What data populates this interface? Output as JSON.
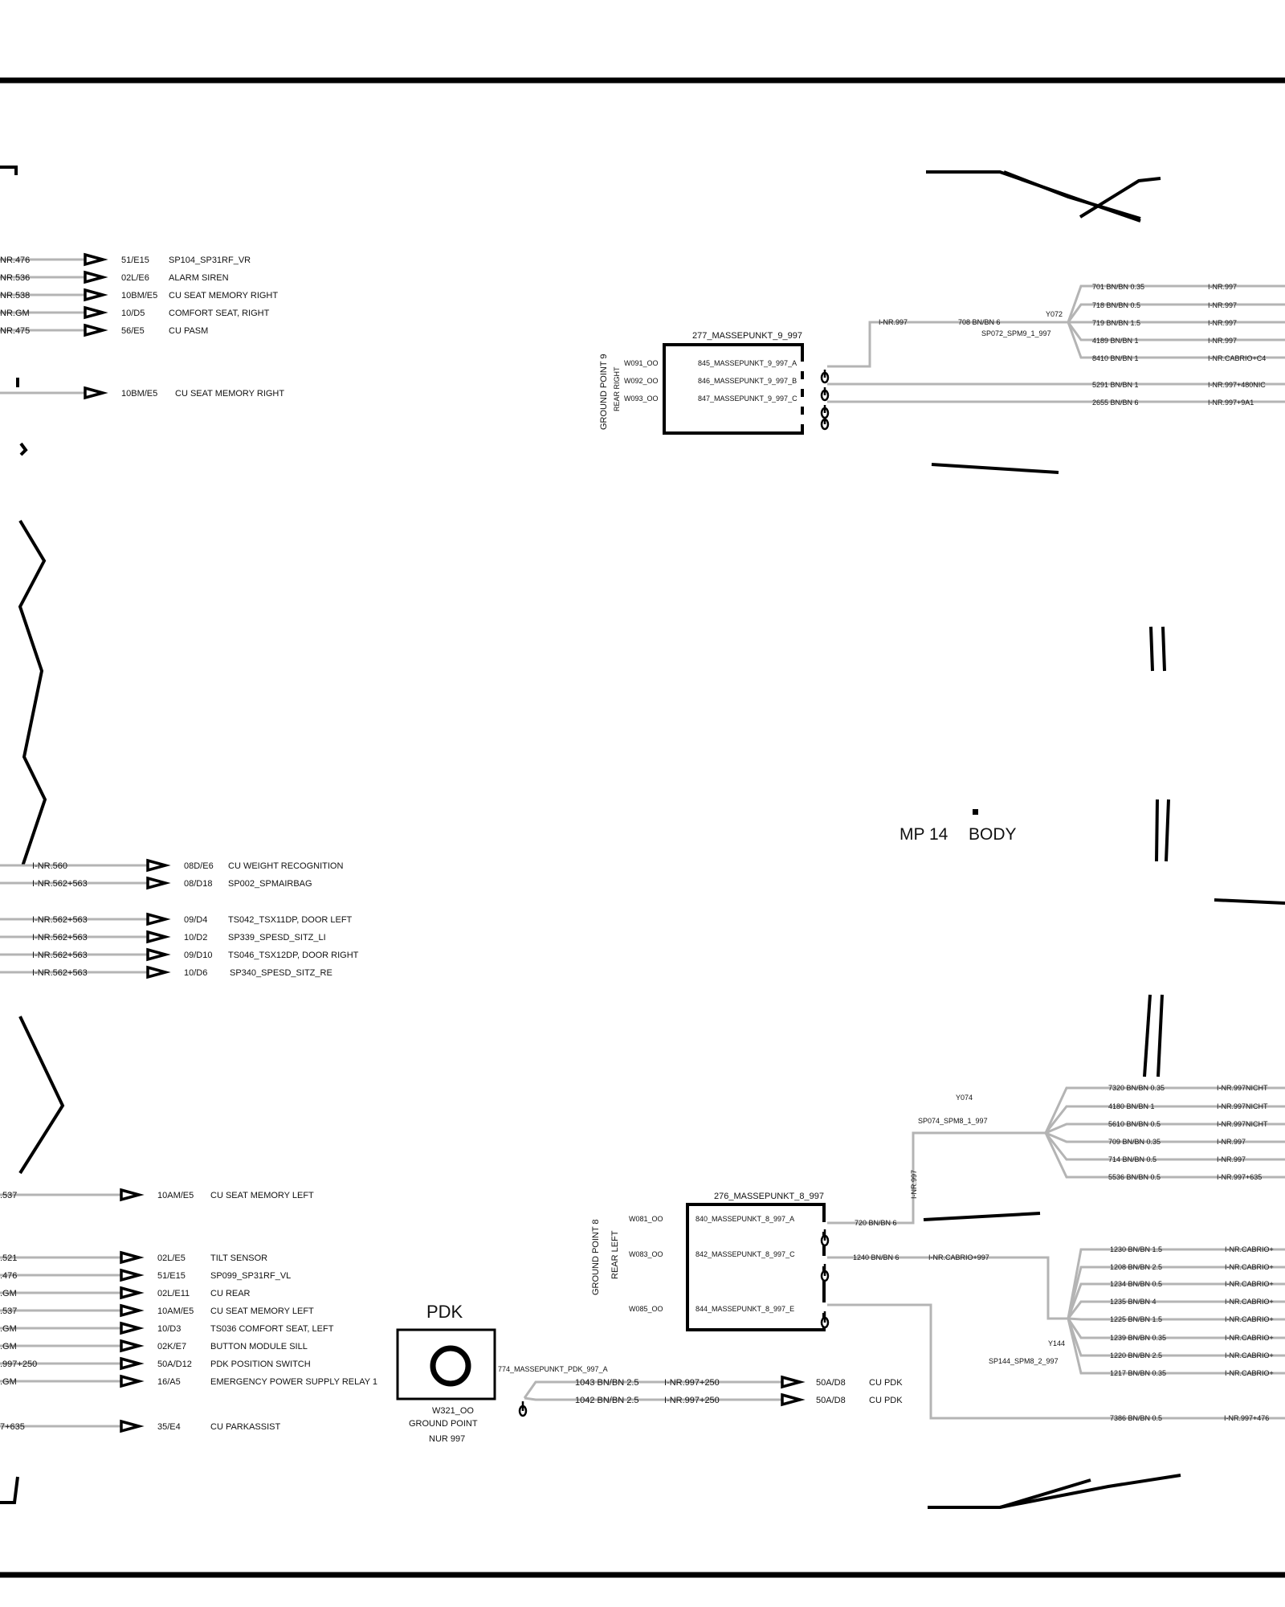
{
  "left_top_rows": [
    {
      "wire": "NR.476",
      "code": "51/E15",
      "dest": "SP104_SP31RF_VR"
    },
    {
      "wire": "NR.536",
      "code": "02L/E6",
      "dest": "ALARM SIREN"
    },
    {
      "wire": "NR.538",
      "code": "10BM/E5",
      "dest": "CU SEAT MEMORY   RIGHT"
    },
    {
      "wire": "NR.GM",
      "code": "10/D5",
      "dest": "COMFORT SEAT, RIGHT"
    },
    {
      "wire": "NR.475",
      "code": "56/E5",
      "dest": "CU PASM"
    }
  ],
  "left_single_row": {
    "code": "10BM/E5",
    "dest": "CU SEAT MEMORY   RIGHT"
  },
  "left_mid_rows": [
    {
      "wire": "I-NR.560",
      "code": "08D/E6",
      "dest": "CU WEIGHT RECOGNITION"
    },
    {
      "wire": "I-NR.562+563",
      "code": "08/D18",
      "dest": "SP002_SPMAIRBAG"
    },
    {
      "wire": "I-NR.562+563",
      "code": "09/D4",
      "dest": "TS042_TSX11DP, DOOR LEFT"
    },
    {
      "wire": "I-NR.562+563",
      "code": "10/D2",
      "dest": "SP339_SPESD_SITZ_LI"
    },
    {
      "wire": "I-NR.562+563",
      "code": "09/D10",
      "dest": "TS046_TSX12DP, DOOR RIGHT"
    },
    {
      "wire": "I-NR.562+563",
      "code": "10/D6",
      "dest": "SP340_SPESD_SITZ_RE"
    }
  ],
  "left_bottom_single": {
    "wire": ".537",
    "code": "10AM/E5",
    "dest": "CU SEAT MEMORY   LEFT"
  },
  "left_bottom_rows": [
    {
      "wire": ".521",
      "code": "02L/E5",
      "dest": "TILT SENSOR"
    },
    {
      "wire": ".476",
      "code": "51/E15",
      "dest": "SP099_SP31RF_VL"
    },
    {
      "wire": ".GM",
      "code": "02L/E11",
      "dest": "CU REAR"
    },
    {
      "wire": ".537",
      "code": "10AM/E5",
      "dest": "CU SEAT MEMORY   LEFT"
    },
    {
      "wire": ".GM",
      "code": "10/D3",
      "dest": "TS036 COMFORT SEAT, LEFT"
    },
    {
      "wire": ".GM",
      "code": "02K/E7",
      "dest": "BUTTON   MODULE  SILL"
    },
    {
      "wire": ".997+250",
      "code": "50A/D12",
      "dest": "PDK     POSITION SWITCH"
    },
    {
      "wire": ".GM",
      "code": "16/A5",
      "dest": "EMERGENCY   POWER  SUPPLY   RELAY  1"
    }
  ],
  "left_last_row": {
    "wire": "7+635",
    "code": "35/E4",
    "dest": "CU PARKASSIST"
  },
  "gp9": {
    "title": "277_MASSEPUNKT_9_997",
    "side_label": "GROUND POINT 9",
    "side_sub": "REAR RIGHT",
    "pins": [
      {
        "conn": "W091_OO",
        "name": "845_MASSEPUNKT_9_997_A"
      },
      {
        "conn": "W092_OO",
        "name": "846_MASSEPUNKT_9_997_B"
      },
      {
        "conn": "W093_OO",
        "name": "847_MASSEPUNKT_9_997_C"
      }
    ],
    "trunk_label": "I-NR.997",
    "trunk_wire": "708 BN/BN 6",
    "splice": "SP072_SPM9_1_997",
    "splice_id": "Y072",
    "branches": [
      {
        "wire": "701 BN/BN 0.35",
        "dest": "I-NR.997"
      },
      {
        "wire": "718 BN/BN 0.5",
        "dest": "I-NR.997"
      },
      {
        "wire": "719 BN/BN 1.5",
        "dest": "I-NR.997"
      },
      {
        "wire": "4189 BN/BN 1",
        "dest": "I-NR.997"
      },
      {
        "wire": "8410 BN/BN 1",
        "dest": "I-NR.CABRIO+C4"
      }
    ],
    "direct": [
      {
        "wire": "5291 BN/BN 1",
        "dest": "I-NR.997+480NIC"
      },
      {
        "wire": "2655 BN/BN 6",
        "dest": "I-NR.997+9A1"
      }
    ]
  },
  "mp": {
    "label": "MP 14",
    "body": "BODY"
  },
  "gp8": {
    "title": "276_MASSEPUNKT_8_997",
    "side_label": "GROUND POINT 8",
    "side_sub": "REAR LEFT",
    "pins": [
      {
        "conn": "W081_OO",
        "name": "840_MASSEPUNKT_8_997_A"
      },
      {
        "conn": "W083_OO",
        "name": "842_MASSEPUNKT_8_997_C"
      },
      {
        "conn": "W085_OO",
        "name": "844_MASSEPUNKT_8_997_E"
      }
    ],
    "wire_a": "720 BN/BN 6",
    "vertical_label": "I-NR.997",
    "wire_c": "1240 BN/BN 6",
    "wire_c_label": "I-NR.CABRIO+997",
    "splice1": "SP074_SPM8_1_997",
    "splice1_id": "Y074",
    "branches1": [
      {
        "wire": "7320 BN/BN 0.35",
        "dest": "I-NR.997NICHT"
      },
      {
        "wire": "4180 BN/BN 1",
        "dest": "I-NR.997NICHT"
      },
      {
        "wire": "5610 BN/BN 0.5",
        "dest": "I-NR.997NICHT"
      },
      {
        "wire": "709 BN/BN 0.35",
        "dest": "I-NR.997"
      },
      {
        "wire": "714 BN/BN 0.5",
        "dest": "I-NR.997"
      },
      {
        "wire": "5536 BN/BN 0.5",
        "dest": "I-NR.997+635"
      }
    ],
    "splice2": "SP144_SPM8_2_997",
    "splice2_id": "Y144",
    "branches2": [
      {
        "wire": "1230 BN/BN 1.5",
        "dest": "I-NR.CABRIO+"
      },
      {
        "wire": "1208 BN/BN 2.5",
        "dest": "I-NR.CABRIO+"
      },
      {
        "wire": "1234 BN/BN 0.5",
        "dest": "I-NR.CABRIO+"
      },
      {
        "wire": "1235 BN/BN 4",
        "dest": "I-NR.CABRIO+"
      },
      {
        "wire": "1225 BN/BN 1.5",
        "dest": "I-NR.CABRIO+"
      },
      {
        "wire": "1239 BN/BN 0.35",
        "dest": "I-NR.CABRIO+"
      },
      {
        "wire": "1220 BN/BN 2.5",
        "dest": "I-NR.CABRIO+"
      },
      {
        "wire": "1217 BN/BN 0.35",
        "dest": "I-NR.CABRIO+"
      }
    ],
    "wire_e": "7386 BN/BN 0.5",
    "wire_e_dest": "I-NR.997+476"
  },
  "pdk": {
    "title": "PDK",
    "conn": "W321_OO",
    "caption1": "GROUND POINT",
    "caption2": "NUR 997",
    "pin": "774_MASSEPUNKT_PDK_997_A",
    "rows": [
      {
        "wire": "1043 BN/BN 2.5",
        "label": "I-NR.997+250",
        "code": "50A/D8",
        "dest": "CU PDK"
      },
      {
        "wire": "1042 BN/BN 2.5",
        "label": "I-NR.997+250",
        "code": "50A/D8",
        "dest": "CU PDK"
      }
    ]
  }
}
